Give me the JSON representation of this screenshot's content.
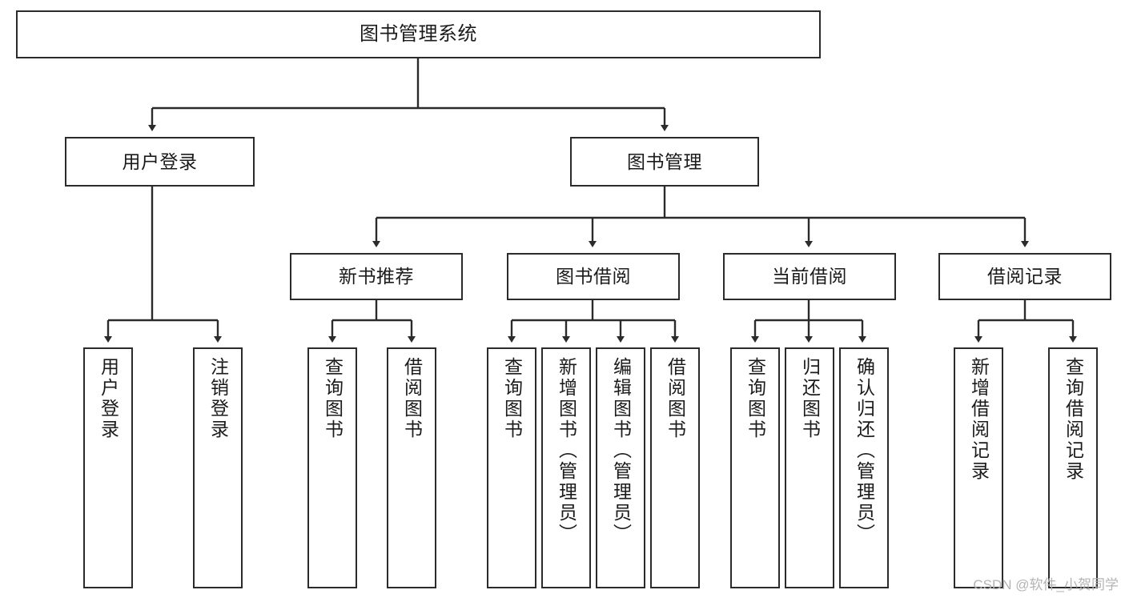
{
  "diagram": {
    "type": "tree-hierarchy",
    "title": "图书管理系统",
    "watermark": "CSDN @软件_小贺同学",
    "colors": {
      "node_border": "#2b2b2b",
      "node_fill": "#ffffff",
      "edge": "#2b2b2b",
      "text": "#1b1b1b",
      "watermark": "#b4b4b4",
      "background": "#ffffff"
    },
    "nodes": {
      "root": {
        "label": "图书管理系统"
      },
      "level2": [
        {
          "id": "user-login",
          "label": "用户登录"
        },
        {
          "id": "book-manage",
          "label": "图书管理"
        }
      ],
      "level3": [
        {
          "id": "new-book-recommend",
          "label": "新书推荐"
        },
        {
          "id": "book-borrow",
          "label": "图书借阅"
        },
        {
          "id": "current-borrow",
          "label": "当前借阅"
        },
        {
          "id": "borrow-record",
          "label": "借阅记录"
        }
      ],
      "leaves": {
        "user_login": [
          {
            "id": "leaf-user-login",
            "label": "用户登录"
          },
          {
            "id": "leaf-logout-login",
            "label": "注销登录"
          }
        ],
        "new_book_recommend": [
          {
            "id": "leaf-query-book-1",
            "label": "查询图书"
          },
          {
            "id": "leaf-borrow-book-1",
            "label": "借阅图书"
          }
        ],
        "book_borrow": [
          {
            "id": "leaf-query-book-2",
            "label": "查询图书"
          },
          {
            "id": "leaf-add-book",
            "label": "新增图书（管理员）"
          },
          {
            "id": "leaf-edit-book",
            "label": "编辑图书（管理员）"
          },
          {
            "id": "leaf-borrow-book-2",
            "label": "借阅图书"
          }
        ],
        "current_borrow": [
          {
            "id": "leaf-query-book-3",
            "label": "查询图书"
          },
          {
            "id": "leaf-return-book",
            "label": "归还图书"
          },
          {
            "id": "leaf-confirm-return",
            "label": "确认归还（管理员）"
          }
        ],
        "borrow_record": [
          {
            "id": "leaf-add-record",
            "label": "新增借阅记录"
          },
          {
            "id": "leaf-query-record",
            "label": "查询借阅记录"
          }
        ]
      }
    }
  }
}
